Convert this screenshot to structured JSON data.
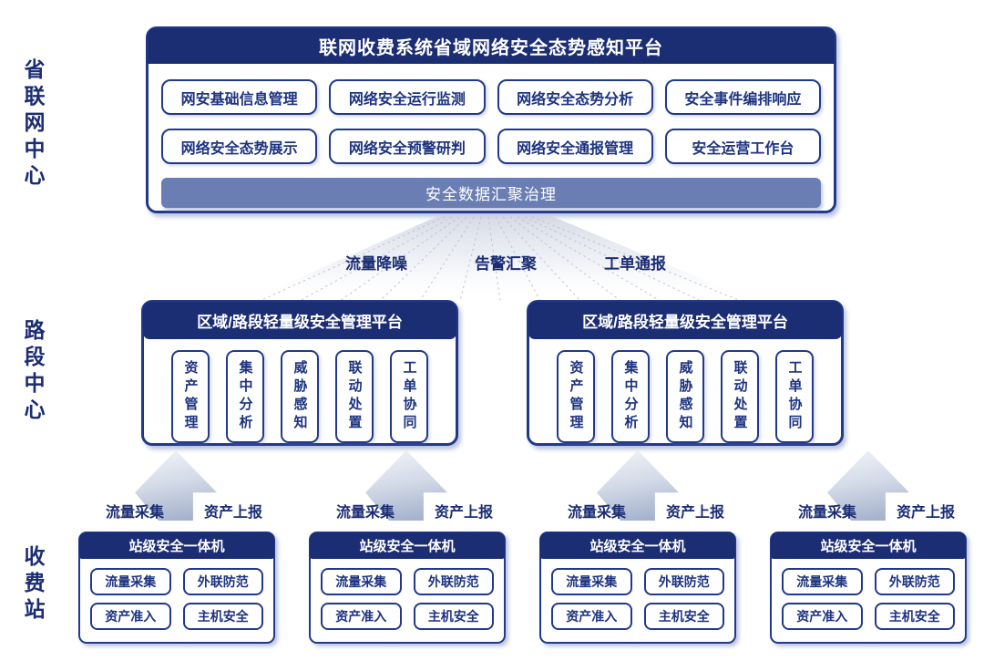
{
  "left_rail": {
    "items": [
      {
        "label": "省联网中心"
      },
      {
        "label": "路段中心"
      },
      {
        "label": "收费站"
      }
    ]
  },
  "provincial_platform": {
    "title": "联网收费系统省域网络安全态势感知平台",
    "modules": [
      "网安基础信息管理",
      "网络安全运行监测",
      "网络安全态势分析",
      "安全事件编排响应",
      "网络安全态势展示",
      "网络安全预警研判",
      "网络安全通报管理",
      "安全运营工作台"
    ],
    "data_bar_label": "安全数据汇聚治理"
  },
  "flow_labels": [
    "流量降噪",
    "告警汇聚",
    "工单通报"
  ],
  "section_platforms": [
    {
      "title": "区域/路段轻量级安全管理平台",
      "modules": [
        "资产管理",
        "集中分析",
        "威胁感知",
        "联动处置",
        "工单协同"
      ]
    },
    {
      "title": "区域/路段轻量级安全管理平台",
      "modules": [
        "资产管理",
        "集中分析",
        "威胁感知",
        "联动处置",
        "工单协同"
      ]
    }
  ],
  "uplinks": [
    {
      "left_label": "流量采集",
      "right_label": "资产上报"
    },
    {
      "left_label": "流量采集",
      "right_label": "资产上报"
    },
    {
      "left_label": "流量采集",
      "right_label": "资产上报"
    },
    {
      "left_label": "流量采集",
      "right_label": "资产上报"
    }
  ],
  "stations": [
    {
      "title": "站级安全一体机",
      "modules": [
        "流量采集",
        "外联防范",
        "资产准入",
        "主机安全"
      ]
    },
    {
      "title": "站级安全一体机",
      "modules": [
        "流量采集",
        "外联防范",
        "资产准入",
        "主机安全"
      ]
    },
    {
      "title": "站级安全一体机",
      "modules": [
        "流量采集",
        "外联防范",
        "资产准入",
        "主机安全"
      ]
    },
    {
      "title": "站级安全一体机",
      "modules": [
        "流量采集",
        "外联防范",
        "资产准入",
        "主机安全"
      ]
    }
  ],
  "colors": {
    "navy": "#1b2d73",
    "border": "#20398c",
    "text": "#1d3380",
    "slate": "#6a7eb3"
  }
}
